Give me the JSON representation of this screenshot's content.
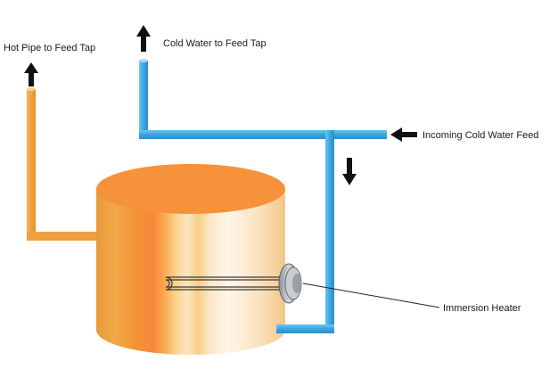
{
  "labels": {
    "hot_pipe": "Hot Pipe to Feed Tap",
    "cold_water": "Cold Water to Feed Tap",
    "incoming_feed": "Incoming Cold Water Feed",
    "immersion_heater": "Immersion Heater"
  },
  "colors": {
    "hot_pipe": "#f0a040",
    "cold_pipe": "#3aa6e0",
    "tank_top": "#f6923a",
    "arrow": "#111111"
  }
}
